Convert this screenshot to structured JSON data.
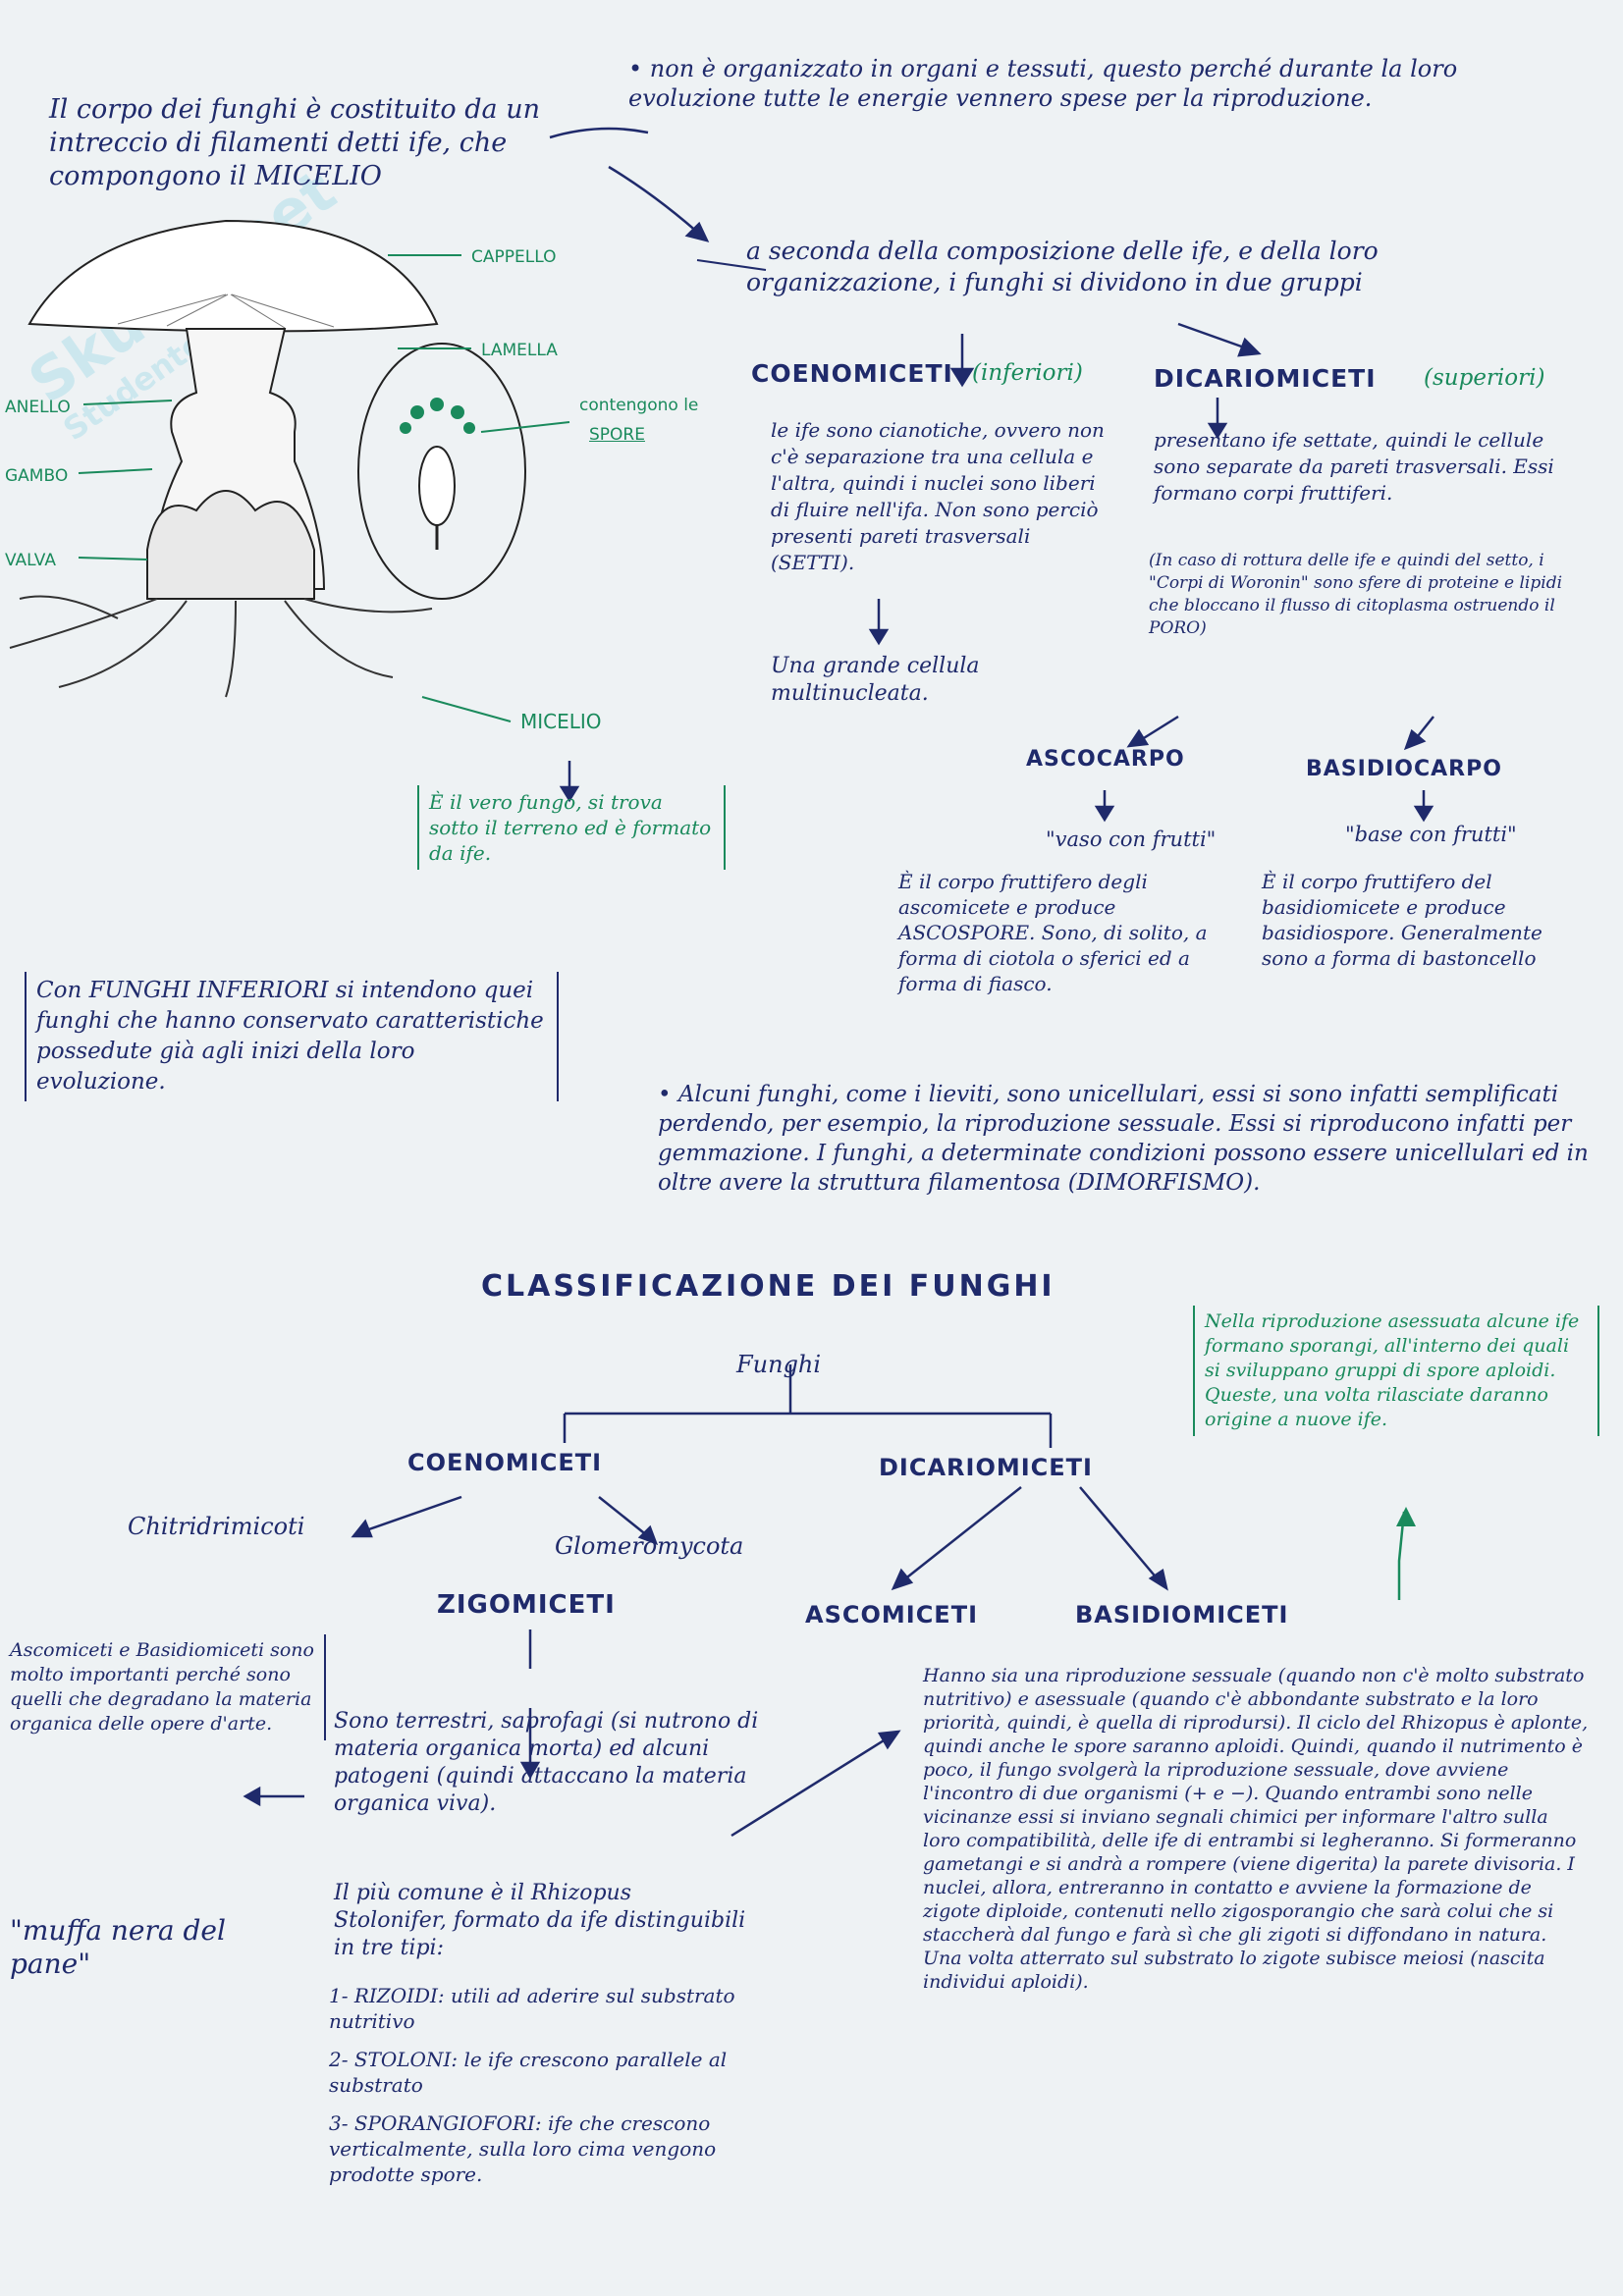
{
  "intro": {
    "body": "Il corpo dei funghi è costituito da un intreccio di filamenti detti ife, che compongono il MICELIO"
  },
  "organi_note": {
    "text": "• non è organizzato in organi e tessuti, questo perché durante la loro evoluzione tutte le energie vennero spese per la riproduzione."
  },
  "diagram_labels": {
    "cappello": "CAPPELLO",
    "lamella": "LAMELLA",
    "anello": "ANELLO",
    "gambo": "GAMBO",
    "valva": "VALVA",
    "spore_a": "contengono le",
    "spore_b": "SPORE",
    "micelio": "MICELIO"
  },
  "micelio_box": {
    "text": "È il vero fungo, si trova sotto il terreno ed è formato da ife."
  },
  "composizione": {
    "text": "a seconda della composizione delle ife, e della loro organizzazione, i funghi si dividono in due gruppi"
  },
  "coenomiceti": {
    "name": "COENOMICETI",
    "tag": "(inferiori)",
    "desc": "le ife sono cianotiche, ovvero non c'è separazione tra una cellula e l'altra, quindi i nuclei sono liberi di fluire nell'ifa. Non sono perciò presenti pareti trasversali (SETTI).",
    "result": "Una grande cellula multinucleata."
  },
  "dicariomiceti": {
    "name": "DICARIOMICETI",
    "tag": "(superiori)",
    "desc": "presentano ife settate, quindi le cellule sono separate da pareti trasversali. Essi formano corpi fruttiferi.",
    "note": "(In caso di rottura delle ife e quindi del setto, i \"Corpi di Woronin\" sono sfere di proteine e lipidi che bloccano il flusso di citoplasma ostruendo il PORO)"
  },
  "ascocarpo": {
    "name": "ASCOCARPO",
    "meaning": "\"vaso con frutti\"",
    "desc": "È il corpo fruttifero degli ascomicete e produce ASCOSPORE. Sono, di solito, a forma di ciotola o sferici ed a forma di fiasco."
  },
  "basidiocarpo": {
    "name": "BASIDIOCARPO",
    "meaning": "\"base con frutti\"",
    "desc": "È il corpo fruttifero del basidiomicete e produce basidiospore. Generalmente sono a forma di bastoncello"
  },
  "funghi_inferiori": {
    "text": "Con FUNGHI INFERIORI si intendono quei funghi che hanno conservato caratteristiche possedute già agli inizi della loro evoluzione."
  },
  "unicellulari": {
    "text": "• Alcuni funghi, come i lieviti, sono unicellulari, essi si sono infatti semplificati perdendo, per esempio, la riproduzione sessuale. Essi si riproducono infatti per gemmazione. I funghi, a determinate condizioni possono essere unicellulari ed in oltre avere la struttura filamentosa (DIMORFISMO)."
  },
  "classification": {
    "title": "CLASSIFICAZIONE DEI FUNGHI",
    "root": "Funghi",
    "coeno": "COENOMICETI",
    "dicario": "DICARIOMICETI",
    "chitri": "Chitridrimicoti",
    "glomero": "Glomeromycota",
    "zigo": "ZIGOMICETI",
    "asco": "ASCOMICETI",
    "basidio": "BASIDIOMICETI"
  },
  "asessuata_box": {
    "text": "Nella riproduzione asessuata alcune ife formano sporangi, all'interno dei quali si sviluppano gruppi di spore aploidi. Queste, una volta rilasciate daranno origine a nuove ife."
  },
  "asco_basidio_note": {
    "text": "Ascomiceti e Basidiomiceti sono molto importanti perché sono quelli che degradano la materia organica delle opere d'arte."
  },
  "zigo_desc": {
    "text": "Sono terrestri, saprofagi (si nutrono di materia organica morta) ed alcuni patogeni (quindi attaccano la materia organica viva)."
  },
  "rhizopus": {
    "intro": "Il più comune è il Rhizopus Stolonifer, formato da ife distinguibili in tre tipi:",
    "t1": "1- RIZOIDI: utili ad aderire sul substrato nutritivo",
    "t2": "2- STOLONI: le ife crescono parallele al substrato",
    "t3": "3- SPORANGIOFORI: ife che crescono verticalmente, sulla loro cima vengono prodotte spore."
  },
  "muffa": {
    "text": "\"muffa nera del pane\""
  },
  "riproduzione": {
    "text": "Hanno sia una riproduzione sessuale (quando non c'è molto substrato nutritivo) e asessuale (quando c'è abbondante substrato e la loro priorità, quindi, è quella di riprodursi). Il ciclo del Rhizopus è aplonte, quindi anche le spore saranno aploidi. Quindi, quando il nutrimento è poco, il fungo svolgerà la riproduzione sessuale, dove avviene l'incontro di due organismi (+ e −). Quando entrambi sono nelle vicinanze essi si inviano segnali chimici per informare l'altro sulla loro compatibilità, delle ife di entrambi si legheranno. Si formeranno gametangi e si andrà a rompere (viene digerita) la parete divisoria. I nuclei, allora, entreranno in contatto e avviene la formazione de zigote diploide, contenuti nello zigosporangio che sarà colui che si staccherà dal fungo e farà sì che gli zigoti si diffondano in natura. Una volta atterrato sul substrato lo zigote subisce meiosi (nascita individui aploidi)."
  },
  "colors": {
    "ink": "#1f2a6b",
    "green": "#1a8a5c",
    "paper": "#eef2f4"
  }
}
